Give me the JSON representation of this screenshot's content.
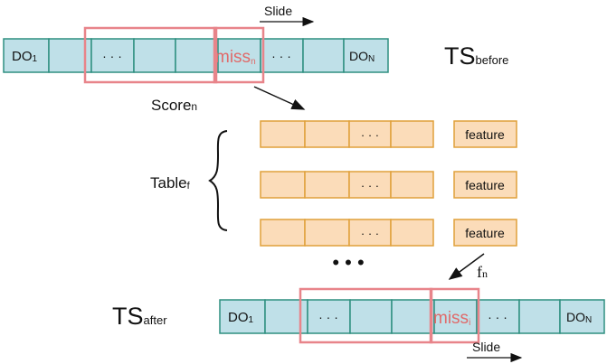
{
  "top_row": {
    "slide_label": "Slide",
    "first_cell": "DO",
    "first_cell_sub": "1",
    "ellipsis_1": "· · ·",
    "miss_label": "miss",
    "miss_sub": "n",
    "ellipsis_2": "· · ·",
    "last_cell": "DO",
    "last_cell_sub": "N",
    "ts_main": "TS",
    "ts_sub": "before"
  },
  "score": {
    "main": "Score",
    "sub": "n"
  },
  "table": {
    "main": "Table",
    "sub": "f",
    "rows": [
      {
        "ellipsis": "· · ·",
        "feature": "feature"
      },
      {
        "ellipsis": "· · ·",
        "feature": "feature"
      },
      {
        "ellipsis": "· · ·",
        "feature": "feature"
      }
    ],
    "more_rows": "• • •"
  },
  "f_label": {
    "main": "f",
    "sub": "n"
  },
  "bottom_row": {
    "first_cell": "DO",
    "first_cell_sub": "1",
    "ellipsis_1": "· · ·",
    "miss_label": "miss",
    "miss_sub": "i",
    "ellipsis_2": "· · ·",
    "last_cell": "DO",
    "last_cell_sub": "N",
    "ts_main": "TS",
    "ts_sub": "after",
    "slide_label": "Slide"
  },
  "colors": {
    "cell_fill": "#bfe0e8",
    "cell_stroke": "#2f8f80",
    "table_fill": "#fbdcb9",
    "table_stroke": "#e0a03a",
    "window_stroke": "#e8848a",
    "miss_text": "#e06a6a"
  }
}
